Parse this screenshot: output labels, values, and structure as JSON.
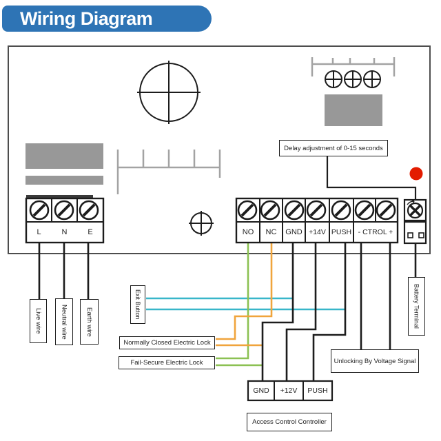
{
  "title": "Wiring Diagram",
  "colors": {
    "banner": "#2e74b5",
    "wire-black": "#1c1c1c",
    "wire-green": "#8cc153",
    "wire-orange": "#f0a43c",
    "wire-cyan": "#38b6c9",
    "led-red": "#e31c00",
    "component-gray": "#989898",
    "line-gray": "#a3a3a3",
    "dark-bar": "#3a3a3a"
  },
  "psu": {
    "mains_terminals": [
      "L",
      "N",
      "E"
    ],
    "output_terminals": [
      "NO",
      "NC",
      "GND",
      "+14V",
      "PUSH",
      "- CTROL +"
    ],
    "delay_note": "Delay adjustment of 0-15 seconds"
  },
  "labels": {
    "live_wire": "Live wire",
    "neutral_wire": "Neutral wire",
    "earth_wire": "Earth wire",
    "exit_button": "Exit Button",
    "nc_lock": "Normally Closed Electric Lock",
    "fail_secure_lock": "Fail-Secure Electric Lock",
    "unlock_voltage": "Unlocking By Voltage Signal",
    "battery_terminal": "Battery Terminal",
    "access_controller": "Access Control Controller"
  },
  "controller_terminals": [
    "GND",
    "+12V",
    "PUSH"
  ]
}
